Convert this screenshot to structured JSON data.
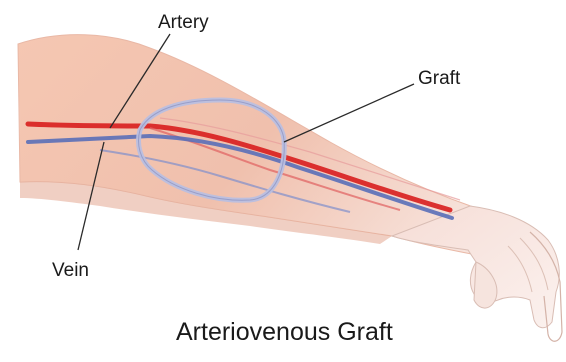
{
  "labels": {
    "artery": "Artery",
    "graft": "Graft",
    "vein": "Vein",
    "caption": "Arteriovenous Graft"
  },
  "colors": {
    "background": "#ffffff",
    "skin": "#f2c5b0",
    "skin_shadow": "#dd9a84",
    "artery": "#d81e1e",
    "vein": "#5a6fb8",
    "graft": "#b9bfe0"
  }
}
